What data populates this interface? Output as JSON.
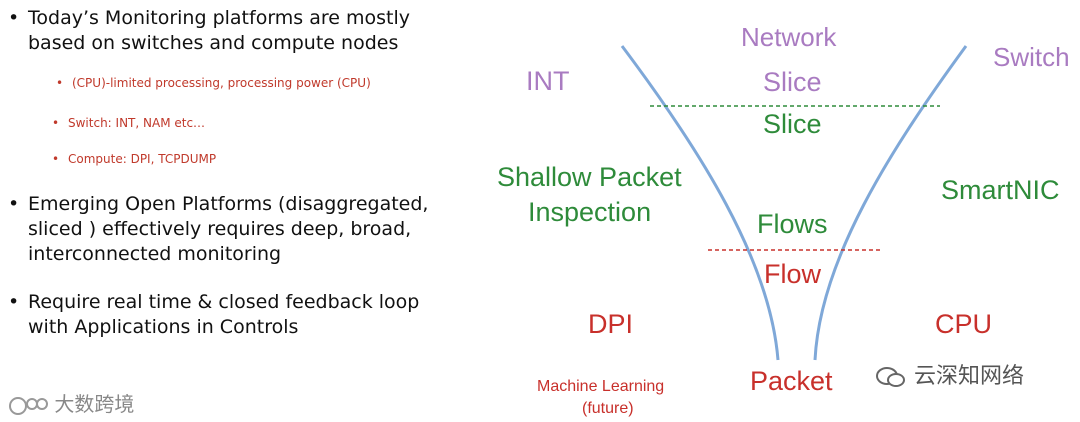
{
  "bullets": [
    {
      "text": "Today’s Monitoring platforms are mostly based on switches and compute nodes",
      "sub": [
        "(CPU)-limited processing, processing power (CPU)",
        "Switch: INT, NAM etc…",
        "Compute: DPI, TCPDUMP"
      ]
    },
    {
      "text": "Emerging Open Platforms (disaggregated, sliced ) effectively requires deep, broad, interconnected monitoring"
    },
    {
      "text": "Require real time & closed feedback loop with Applications in Controls"
    }
  ],
  "bullet_char": "•",
  "sub_bullet_char": "•",
  "diagram": {
    "network": "Network",
    "switch": "Switch",
    "int": "INT",
    "slice_top": "Slice",
    "slice_bottom": "Slice",
    "shallow_packet": "Shallow Packet",
    "inspection": "Inspection",
    "smartnic": "SmartNIC",
    "flows": "Flows",
    "flow": "Flow",
    "dpi": "DPI",
    "cpu": "CPU",
    "packet": "Packet",
    "ml": "Machine Learning",
    "ml_future": "(future)"
  },
  "watermarks": {
    "left": "大数跨境",
    "right": "云深知网络"
  },
  "colors": {
    "purple": "#a97bc1",
    "green": "#2e8b3a",
    "red": "#c8302b",
    "curve": "#7fa8d8"
  }
}
